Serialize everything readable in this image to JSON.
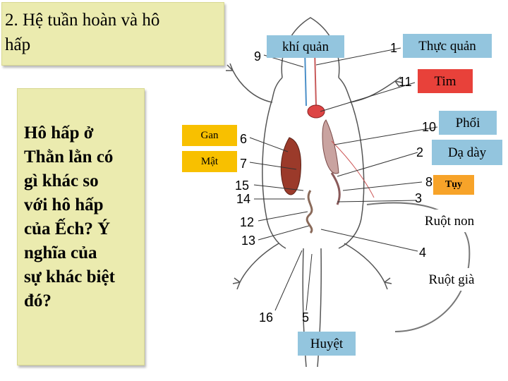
{
  "title": {
    "line1": "2. Hệ tuần hoàn và hô",
    "line2": "hấp"
  },
  "question": {
    "lines": [
      "Hô hấp ở",
      "Thằn lằn có",
      "gì khác so",
      "với hô hấp",
      "của Ếch? Ý",
      "nghĩa của",
      "sự khác biệt",
      "đó?"
    ]
  },
  "numbers": {
    "n1": "1",
    "n2": "2",
    "n3": "3",
    "n4": "4",
    "n5": "5",
    "n6": "6",
    "n7": "7",
    "n8": "8",
    "n9": "9",
    "n10": "10",
    "n11": "11",
    "n12": "12",
    "n13": "13",
    "n14": "14",
    "n15": "15",
    "n16": "16"
  },
  "labels": {
    "khi_quan": "khí quản",
    "thuc_quan": "Thực quản",
    "tim": "Tim",
    "phoi": "Phổi",
    "da_day": "Dạ dày",
    "tuy": "Tụy",
    "ruot_non": "Ruột non",
    "ruot_gia": "Ruột già",
    "huyet": "Huyệt",
    "gan": "Gan",
    "mat": "Mật"
  },
  "colors": {
    "panel_bg": "#ebebaf",
    "label_blue": "#93c5de",
    "label_red": "#e8413a",
    "label_orange": "#f7a329",
    "label_gold": "#f8c000"
  }
}
